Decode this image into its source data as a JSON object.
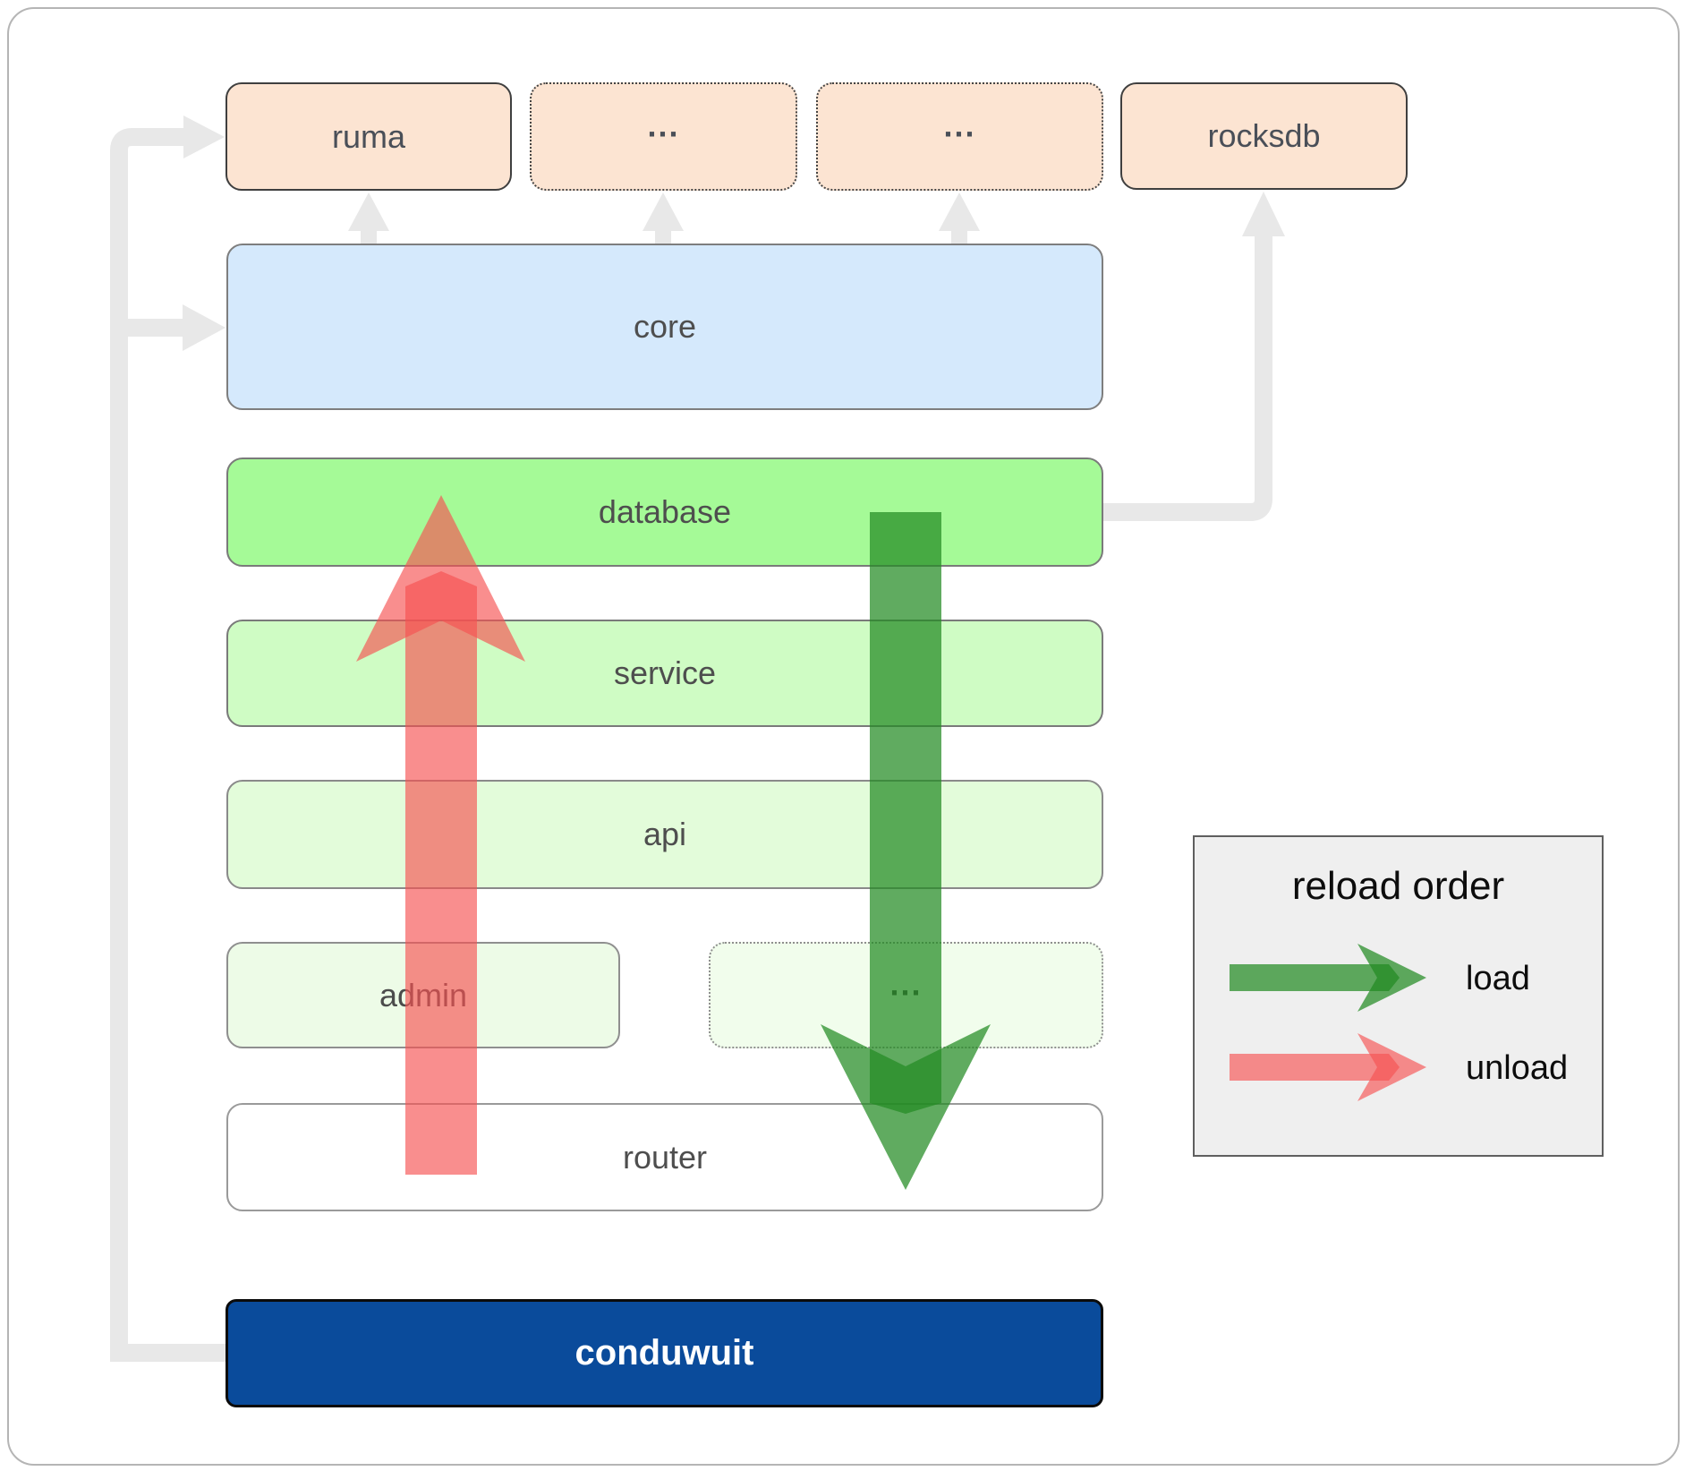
{
  "diagram": {
    "top_row": [
      {
        "label": "ruma",
        "border": "solid"
      },
      {
        "label": "...",
        "border": "dotted"
      },
      {
        "label": "...",
        "border": "dotted"
      },
      {
        "label": "rocksdb",
        "border": "solid"
      }
    ],
    "layers": [
      {
        "label": "core"
      },
      {
        "label": "database"
      },
      {
        "label": "service"
      },
      {
        "label": "api"
      },
      {
        "label": "router"
      }
    ],
    "admin_row": [
      {
        "label": "admin"
      },
      {
        "label": "..."
      }
    ],
    "app": {
      "label": "conduwuit"
    }
  },
  "legend": {
    "title": "reload order",
    "items": [
      {
        "label": "load",
        "color_key": "load_green"
      },
      {
        "label": "unload",
        "color_key": "unload_red"
      }
    ]
  },
  "colors": {
    "load_green": "#228B22",
    "unload_red": "#f65151",
    "connector_gray": "#e8e8e8",
    "peach_fill": "#fce4d2",
    "core_blue": "#d5e9fc",
    "database_green": "#a5fa97",
    "service_green": "#cffcc4",
    "api_green": "#e3fcda",
    "admin_green": "#edfbe7",
    "conduwuit_blue": "#0a4b9b",
    "legend_bg": "#efefef"
  }
}
